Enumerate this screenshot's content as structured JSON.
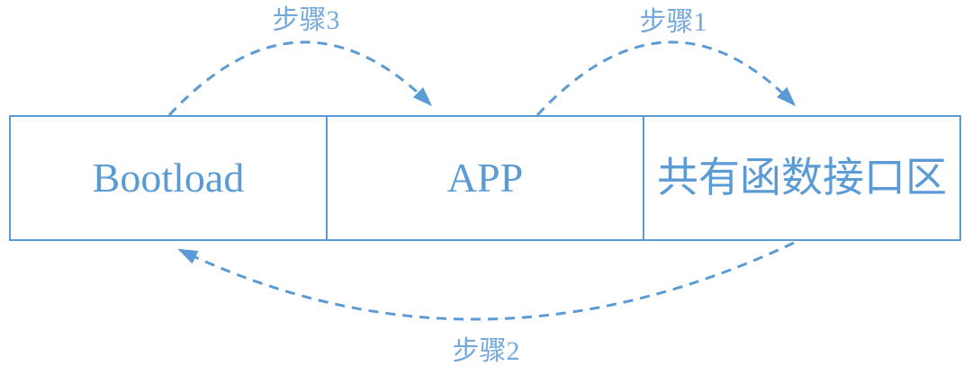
{
  "diagram": {
    "background_color": "#ffffff",
    "accent_color": "#5b9bd5",
    "label_color": "#74a9dd",
    "boxes": [
      {
        "label": "Bootload"
      },
      {
        "label": "APP"
      },
      {
        "label": "共有函数接口区"
      }
    ],
    "arrows": [
      {
        "label": "步骤1",
        "from": "APP",
        "to": "共有函数接口区",
        "side": "top"
      },
      {
        "label": "步骤2",
        "from": "共有函数接口区",
        "to": "Bootload",
        "side": "bottom"
      },
      {
        "label": "步骤3",
        "from": "Bootload",
        "to": "APP",
        "side": "top"
      }
    ]
  }
}
